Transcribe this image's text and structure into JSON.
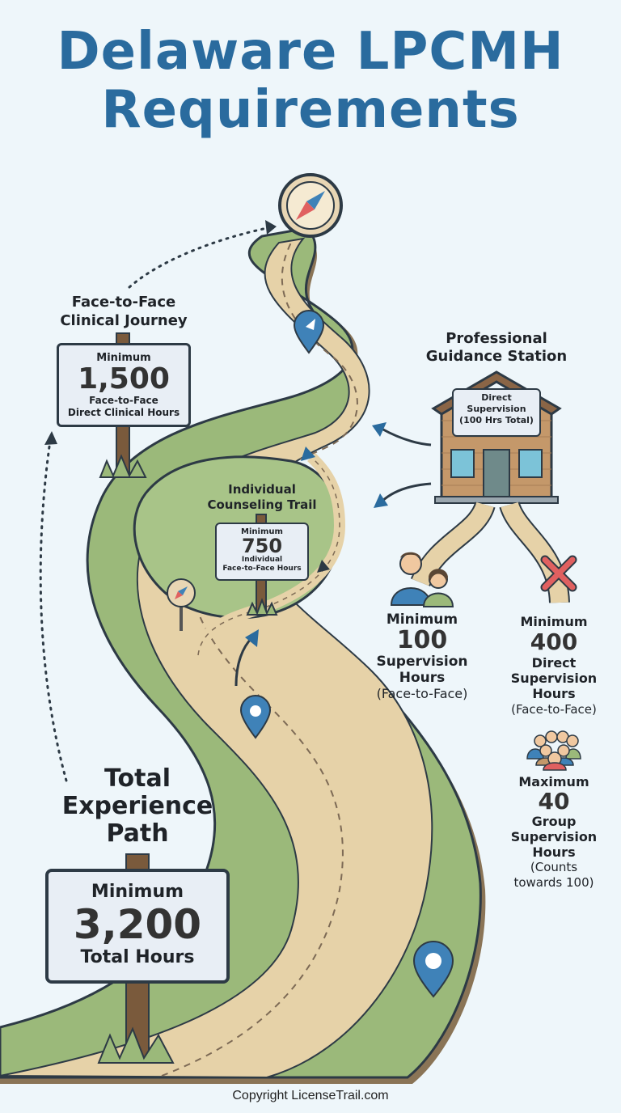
{
  "title": {
    "line1": "Delaware LPCMH",
    "line2": "Requirements"
  },
  "face_to_face": {
    "label_line1": "Face-to-Face",
    "label_line2": "Clinical Journey",
    "sign_top": "Minimum",
    "sign_value": "1,500",
    "sign_line1": "Face-to-Face",
    "sign_line2": "Direct Clinical Hours"
  },
  "individual": {
    "label_line1": "Individual",
    "label_line2": "Counseling Trail",
    "sign_top": "Minimum",
    "sign_value": "750",
    "sign_line1": "Individual",
    "sign_line2": "Face-to-Face Hours"
  },
  "station": {
    "label_line1": "Professional",
    "label_line2": "Guidance Station",
    "board_line1": "Direct",
    "board_line2": "Supervision",
    "board_line3": "(100 Hrs Total)"
  },
  "supervision_100": {
    "line1": "Minimum",
    "value": "100",
    "line2": "Supervision",
    "line3": "Hours",
    "line4": "(Face-to-Face)"
  },
  "direct_400": {
    "line1": "Minimum",
    "value": "400",
    "line2": "Direct",
    "line3": "Supervision",
    "line4": "Hours",
    "line5": "(Face-to-Face)"
  },
  "group_40": {
    "line1": "Maximum",
    "value": "40",
    "line2": "Group",
    "line3": "Supervision",
    "line4": "Hours",
    "line5": "(Counts",
    "line6": "towards 100)"
  },
  "total": {
    "label_line1": "Total",
    "label_line2": "Experience",
    "label_line3": "Path",
    "sign_top": "Minimum",
    "sign_value": "3,200",
    "sign_bottom": "Total Hours"
  },
  "copyright": "Copyright LicenseTrail.com",
  "colors": {
    "title": "#2a6b9e",
    "grass": "#9bb97a",
    "path": "#e6d2a8",
    "outline": "#2d3a45",
    "pin": "#3f82b8",
    "house": "#c4986a",
    "cross": "#e06060"
  },
  "icons": [
    "compass-icon",
    "location-pin-icon",
    "house-icon",
    "people-icon",
    "cross-icon",
    "group-icon",
    "grass-icon",
    "arrow-icon"
  ]
}
